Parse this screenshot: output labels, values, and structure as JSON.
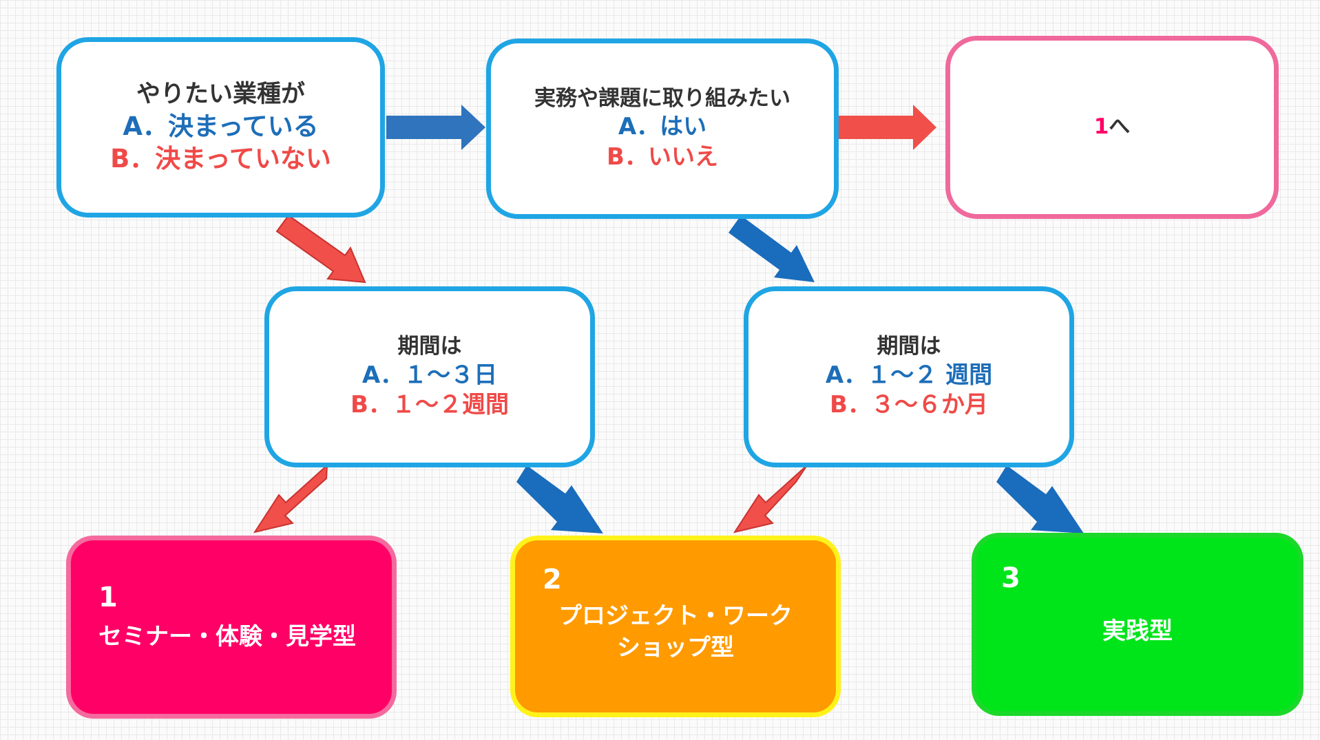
{
  "colors": {
    "grid_bg": "#fbfbfb",
    "box_border": "#1fa5e4",
    "option_a": "#1d6eb8",
    "option_b": "#ef4a48",
    "arrow_blue": "#2f74bd",
    "arrow_red": "#f04f4a",
    "result1": "#ff0066",
    "result2": "#ff9a00",
    "result3": "#00e51a"
  },
  "nodes": {
    "q1": {
      "question": "やりたい業種が",
      "option_a": "A．決まっている",
      "option_b": "B．決まっていない"
    },
    "q2": {
      "question": "実務や課題に取り組みたい",
      "option_a": "A．はい",
      "option_b": "B．いいえ"
    },
    "goto": {
      "number": "1",
      "text": "へ"
    },
    "q3": {
      "question": "期間は",
      "option_a": "A．１～３日",
      "option_b": "B．１～２週間"
    },
    "q4": {
      "question": "期間は",
      "option_a": "A．１～２ 週間",
      "option_b": "B．３～６か月"
    }
  },
  "results": [
    {
      "number": "1",
      "lines": [
        "セミナー・体験・見学型"
      ]
    },
    {
      "number": "2",
      "lines": [
        "プロジェクト・ワーク",
        "ショップ型"
      ]
    },
    {
      "number": "3",
      "lines": [
        "実践型"
      ]
    }
  ],
  "connectors": [
    {
      "from": "q1",
      "to": "q2",
      "answer": "A",
      "color": "blue"
    },
    {
      "from": "q2",
      "to": "goto",
      "answer": "A",
      "color": "red"
    },
    {
      "from": "q1",
      "to": "q3",
      "answer": "B",
      "color": "red"
    },
    {
      "from": "q2",
      "to": "q4",
      "answer": "B",
      "color": "blue"
    },
    {
      "from": "q3",
      "to": "result1",
      "answer": "A",
      "color": "red"
    },
    {
      "from": "q3",
      "to": "result2",
      "answer": "B",
      "color": "blue"
    },
    {
      "from": "q4",
      "to": "result2",
      "answer": "A",
      "color": "red"
    },
    {
      "from": "q4",
      "to": "result3",
      "answer": "B",
      "color": "blue"
    }
  ]
}
